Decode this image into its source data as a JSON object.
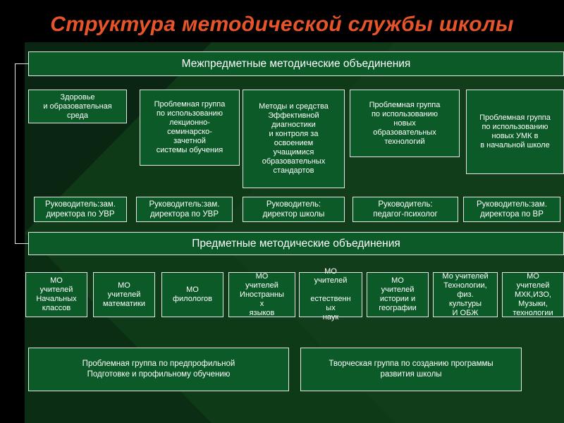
{
  "title": "Структура методической службы школы",
  "colors": {
    "title": "#e8542a",
    "box_fill": "#0c5a28",
    "box_border": "#e6e6e6",
    "text": "#ffffff",
    "background_dark": "#000000",
    "background_green": "#0e3a18"
  },
  "section1": {
    "header": "Межпредметные методические объединения",
    "groups": [
      "Здоровье\nи образовательная\nсреда",
      "Проблемная группа\nпо использованию\nлекционно-\nсеминарско-\nзачетной\nсистемы  обучения",
      "Методы и средства\nЭффективной\nдиагностики\nи контроля за\nосвоением\nучащимися\nобразовательных\nстандартов",
      "Проблемная группа\nпо использованию\nновых\nобразовательных\nтехнологий",
      "Проблемная группа\nпо использованию\nновых УМК в\nв начальной школе"
    ],
    "leaders": [
      "Руководитель:зам.\nдиректора по УВР",
      "Руководитель:зам.\nдиректора по УВР",
      "Руководитель:\nдиректор школы",
      "Руководитель:\nпедагог-психолог",
      "Руководитель:зам.\nдиректора по ВР"
    ]
  },
  "section2": {
    "header": "Предметные методические объединения",
    "units": [
      "МО\nучителей\nНачальных\nклассов",
      "МО\nучителей\nматематики",
      "МО\nфилологов",
      "МО\nучителей\nИностранны\nх\nязыков",
      "МО\nучителей\n\nестественн\nых\nнаук",
      "МО\nучителей\nистории и\nгеографии",
      "Мо учителей\nТехнологии,\nфиз.\nкультуры\nИ ОБЖ",
      "МО\nучителей\nМХК,ИЗО,\nМузыки,\nтехнологии"
    ]
  },
  "bottom_groups": [
    "Проблемная группа по предпрофильной\nПодготовке и профильному обучению",
    "Творческая группа по созданию программы\nразвития школы"
  ]
}
